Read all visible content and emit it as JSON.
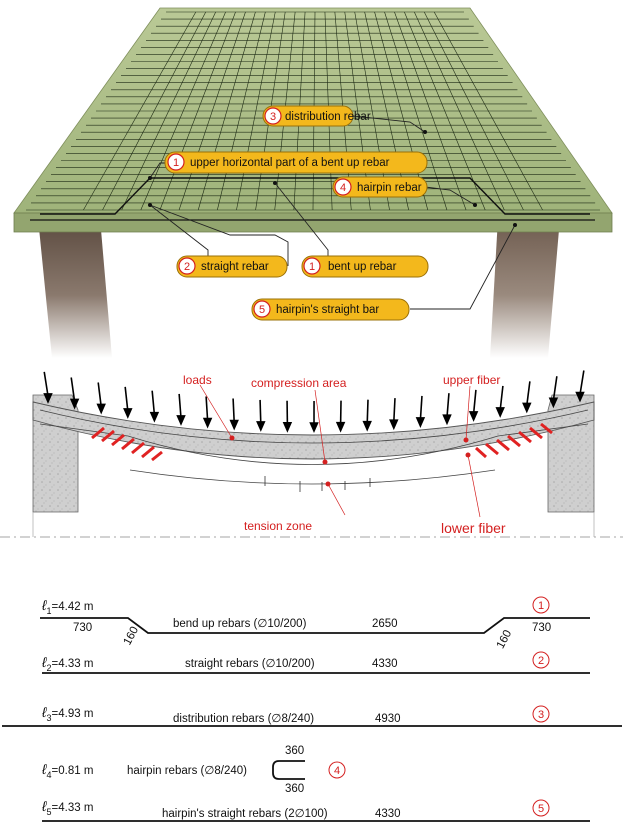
{
  "rebar_labels": {
    "distribution": {
      "num": "3",
      "text": "distribution rebar"
    },
    "upper_horizontal": {
      "num": "1",
      "text": "upper horizontal part of a bent up rebar"
    },
    "hairpin": {
      "num": "4",
      "text": "hairpin rebar"
    },
    "straight": {
      "num": "2",
      "text": "straight rebar"
    },
    "bent_up": {
      "num": "1",
      "text": "bent up rebar"
    },
    "hairpin_straight": {
      "num": "5",
      "text": "hairpin's straight bar"
    }
  },
  "section_labels": {
    "loads": "loads",
    "compression_area": "compression area",
    "upper_fiber": "upper fiber",
    "tension_zone": "tension zone",
    "lower_fiber": "lower fiber"
  },
  "schedule": [
    {
      "length_sub": "1",
      "length_value": "=4.42 m",
      "description": "bend up rebars (∅10/200)",
      "dimension": "2650",
      "marker": "1",
      "end_left": "730",
      "end_right": "730",
      "bend_left": "160",
      "bend_right": "160"
    },
    {
      "length_sub": "2",
      "length_value": "=4.33 m",
      "description": "straight rebars (∅10/200)",
      "dimension": "4330",
      "marker": "2"
    },
    {
      "length_sub": "3",
      "length_value": "=4.93 m",
      "description": "distribution rebars (∅8/240)",
      "dimension": "4930",
      "marker": "3"
    },
    {
      "length_sub": "4",
      "length_value": "=0.81 m",
      "description": "hairpin rebars (∅8/240)",
      "dimension": "",
      "marker": "4",
      "hairpin_top": "360",
      "hairpin_bottom": "360"
    },
    {
      "length_sub": "5",
      "length_value": "=4.33 m",
      "description": "hairpin's straight rebars (2∅100)",
      "dimension": "4330",
      "marker": "5"
    }
  ],
  "colors": {
    "label_fill": "#f3b81c",
    "label_stroke": "#9a7008",
    "marker_red": "#d42020",
    "slab_green": "#a9bb84",
    "column_brown": "#6f5a4c"
  }
}
